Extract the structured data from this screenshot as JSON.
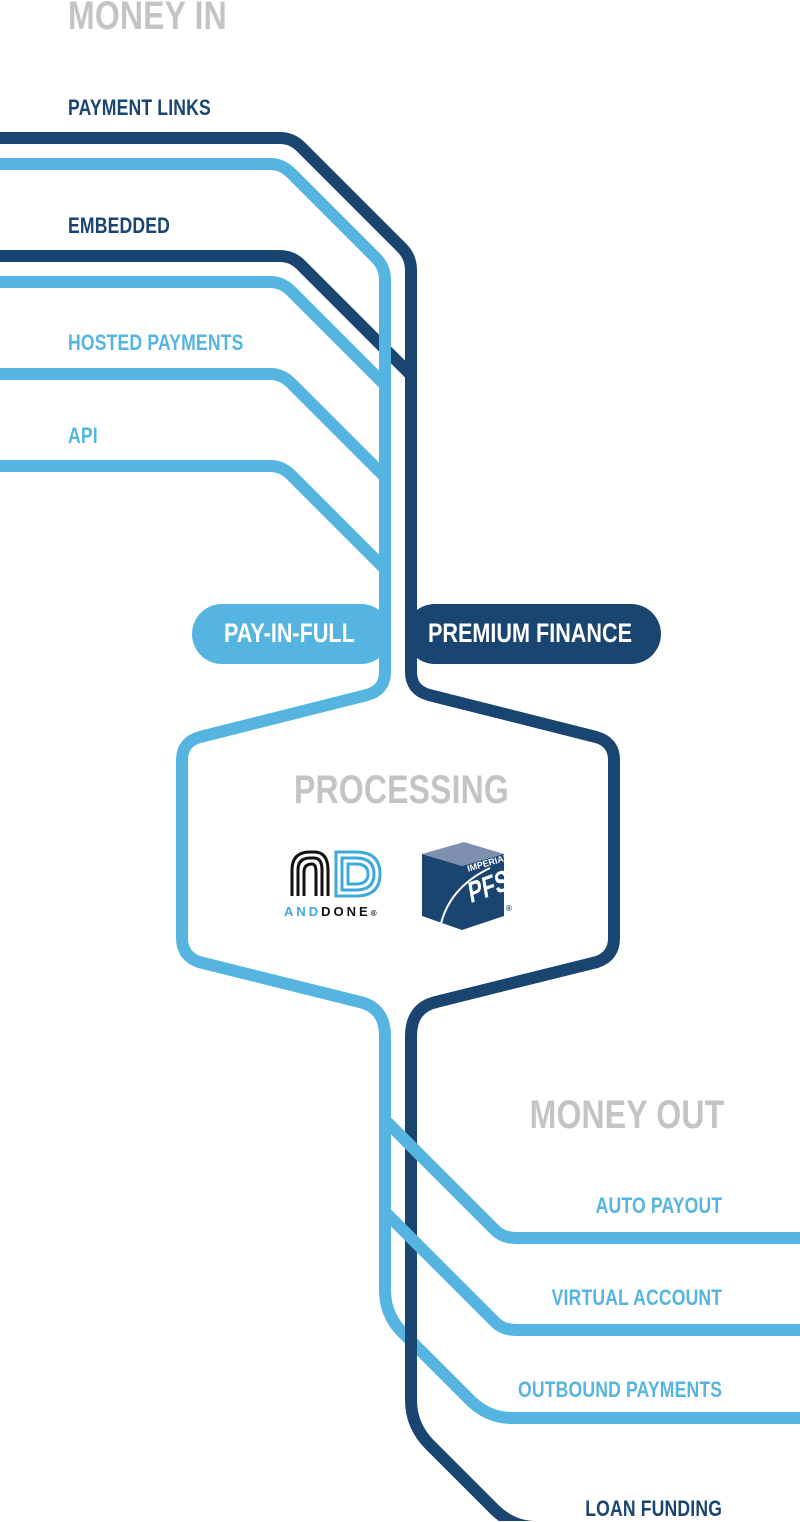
{
  "money_in": {
    "title": "MONEY IN",
    "items": [
      {
        "label": "PAYMENT LINKS"
      },
      {
        "label": "EMBEDDED"
      },
      {
        "label": "HOSTED PAYMENTS"
      },
      {
        "label": "API"
      }
    ]
  },
  "channels": {
    "pay_in_full": "PAY-IN-FULL",
    "premium_finance": "PREMIUM FINANCE"
  },
  "processing": {
    "title": "PROCESSING",
    "logos": {
      "anddone_and": "AND",
      "anddone_done": "DONE",
      "anddone_reg": "®",
      "imperial_top": "IMPERIAL",
      "imperial_main": "PFS",
      "imperial_reg": "®"
    }
  },
  "money_out": {
    "title": "MONEY OUT",
    "items": [
      {
        "label": "AUTO PAYOUT"
      },
      {
        "label": "VIRTUAL ACCOUNT"
      },
      {
        "label": "OUTBOUND PAYMENTS"
      },
      {
        "label": "LOAN FUNDING"
      }
    ]
  },
  "colors": {
    "dark_line": "#1b4571",
    "light_line": "#55b5e0",
    "heading": "#c4c4c4"
  }
}
